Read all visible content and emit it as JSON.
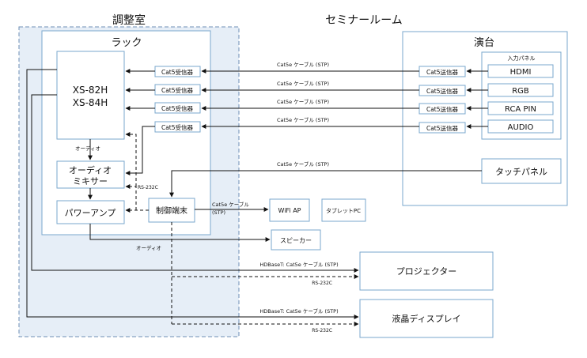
{
  "rooms": {
    "control_room": "調整室",
    "seminar_room": "セミナールーム",
    "rack": "ラック",
    "stage": "演台"
  },
  "devices": {
    "switcher_line1": "XS-82H",
    "switcher_line2": "XS-84H",
    "receiver": "Cat5受信器",
    "transmitter": "Cat5送信器",
    "input_panel": "入力パネル",
    "inputs": [
      "HDMI",
      "RGB",
      "RCA PIN",
      "AUDIO"
    ],
    "mixer_line1": "オーディオ",
    "mixer_line2": "ミキサー",
    "power_amp": "パワーアンプ",
    "controller": "制御端末",
    "wifi_ap": "WiFi AP",
    "tablet_pc": "タブレットPC",
    "speaker": "スピーカー",
    "touch_panel": "タッチパネル",
    "projector": "プロジェクター",
    "lcd_display": "液晶ディスプレイ"
  },
  "labels": {
    "cat5e_stp": "Cat5e ケーブル (STP)",
    "audio": "オーディオ",
    "rs232c": "RS-232C",
    "cat5e_short_1": "Cat5e ケーブル",
    "cat5e_short_2": "(STP)",
    "hdbaset": "HDBaseT: Cat5e ケーブル (STP)"
  }
}
